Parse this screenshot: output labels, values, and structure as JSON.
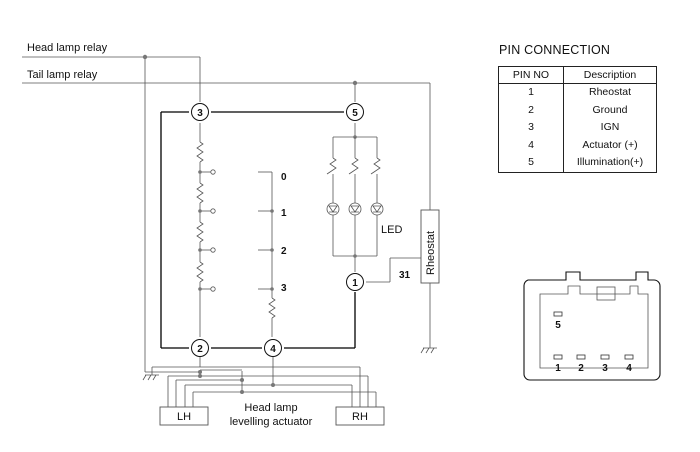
{
  "labels": {
    "head_lamp_relay": "Head lamp relay",
    "tail_lamp_relay": "Tail lamp relay",
    "led": "LED",
    "rheostat": "Rheostat",
    "wire_31": "31",
    "lh": "LH",
    "rh": "RH",
    "actuator_line1": "Head lamp",
    "actuator_line2": "levelling actuator"
  },
  "switch_positions": [
    "0",
    "1",
    "2",
    "3"
  ],
  "connector_pins": [
    "1",
    "2",
    "3",
    "4",
    "5"
  ],
  "pin_table": {
    "title": "PIN CONNECTION",
    "headers": [
      "PIN NO",
      "Description"
    ],
    "rows": [
      {
        "pin": "1",
        "desc": "Rheostat"
      },
      {
        "pin": "2",
        "desc": "Ground"
      },
      {
        "pin": "3",
        "desc": "IGN"
      },
      {
        "pin": "4",
        "desc": "Actuator (+)"
      },
      {
        "pin": "5",
        "desc": "Illumination(+)"
      }
    ]
  },
  "connector_face": {
    "top_pin": "5",
    "bottom_pins": [
      "1",
      "2",
      "3",
      "4"
    ]
  }
}
